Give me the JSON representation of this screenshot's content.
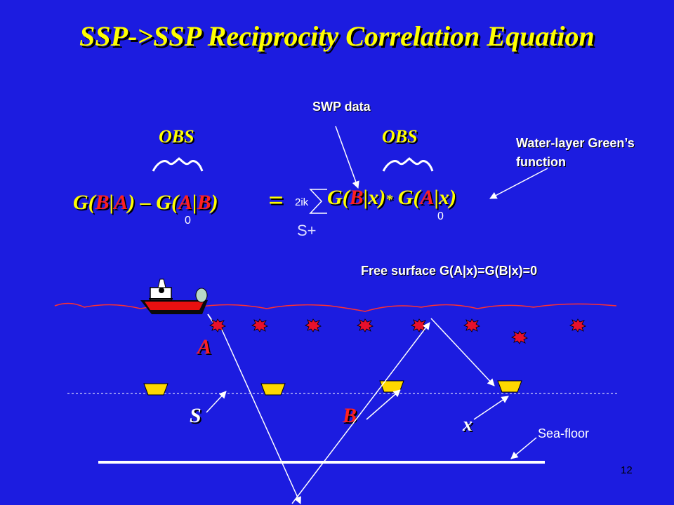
{
  "slide": {
    "title": "SSP->SSP Reciprocity Correlation Equation",
    "page_number": "12"
  },
  "equation": {
    "obs_left": "OBS",
    "obs_right": "OBS",
    "lhs_g1": "G(",
    "lhs_b": "B",
    "lhs_bar1": "|",
    "lhs_a": "A",
    "lhs_mid": ") – G(",
    "lhs_a2": "A",
    "lhs_bar2": "|",
    "lhs_b2": "B",
    "lhs_end": ")",
    "lhs_subscript": "0",
    "equals": "=",
    "factor": "2ik",
    "surface": "S+",
    "rhs_g1": "G(",
    "rhs_b": "B",
    "rhs_x1": "|x)",
    "rhs_star": "*",
    "rhs_g2": " G(",
    "rhs_a": "A",
    "rhs_x2": "|x)",
    "rhs_subscript": "0"
  },
  "annotations": {
    "swp_data": "SWP data",
    "water_layer_line1": "Water-layer Green’s",
    "water_layer_line2": "function",
    "free_surface": "Free surface G(A|x)=G(B|x)=0",
    "sea_floor": "Sea-floor"
  },
  "points": {
    "A": "A",
    "S": "S",
    "B": "B",
    "x": "x"
  },
  "colors": {
    "background": "#1c1ce0",
    "title": "#ffff00",
    "highlight": "#ff2020",
    "receiver": "#ffd800",
    "water_surface": "#ff3030",
    "source_burst": "#e8102c"
  }
}
